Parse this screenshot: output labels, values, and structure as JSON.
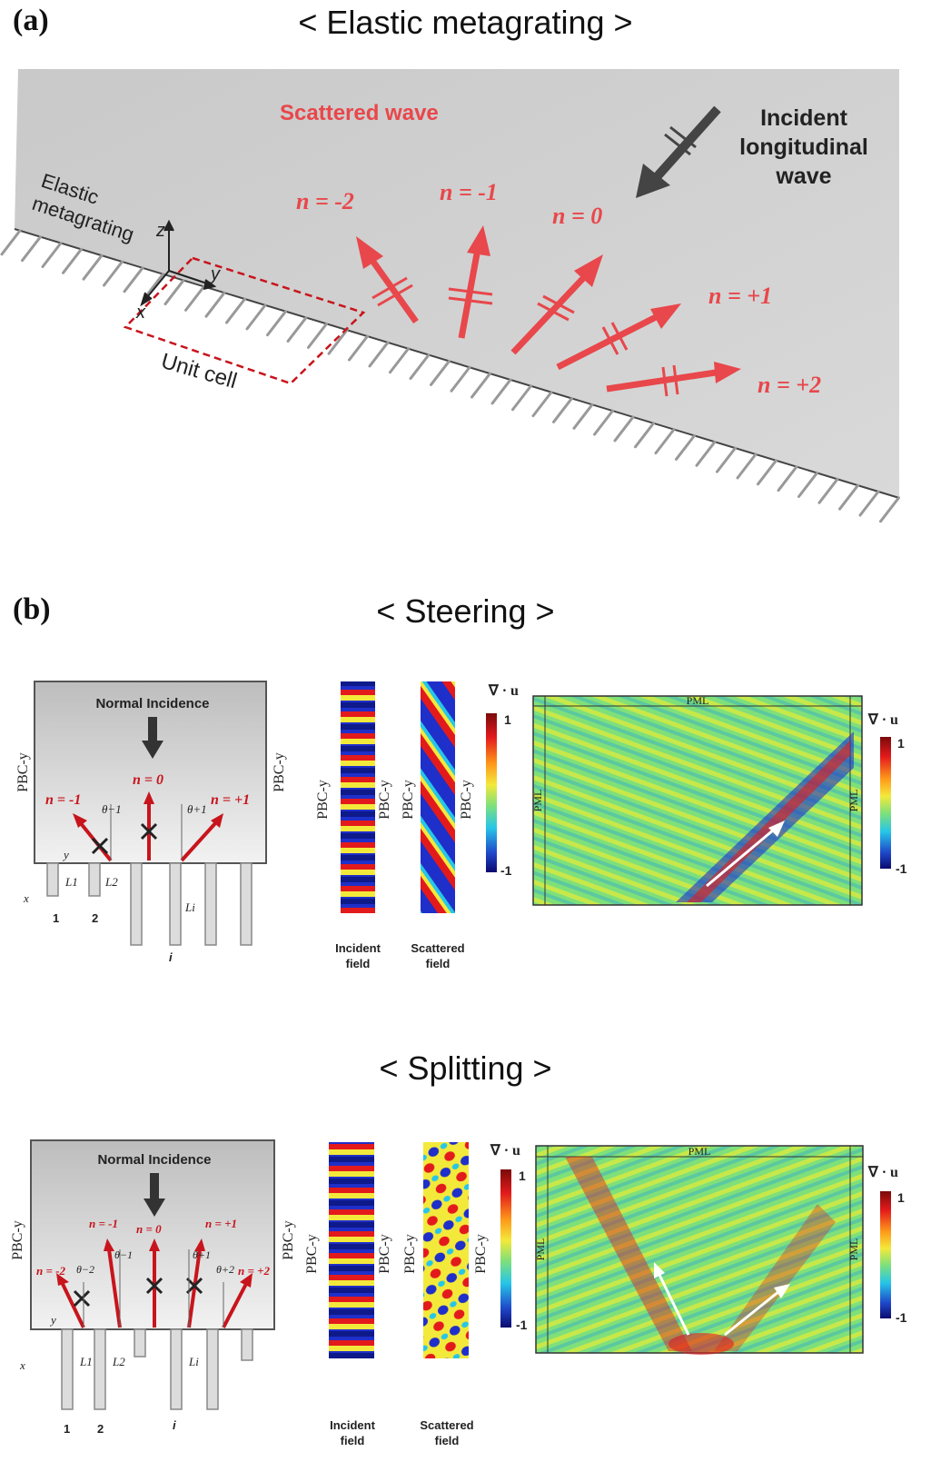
{
  "panel_a": {
    "label": "(a)",
    "title": "< Elastic metagrating >",
    "scattered_wave": "Scattered wave",
    "incident_l1": "Incident",
    "incident_l2": "longitudinal",
    "incident_l3": "wave",
    "metagrating_l1": "Elastic",
    "metagrating_l2": "metagrating",
    "unit_cell": "Unit cell",
    "axis_z": "z",
    "axis_x": "x",
    "axis_y": "y",
    "orders": [
      "n = -2",
      "n = -1",
      "n = 0",
      "n = +1",
      "n = +2"
    ]
  },
  "panel_b": {
    "label": "(b)",
    "steering": {
      "title": "< Steering >",
      "normal_incidence": "Normal Incidence",
      "pbc": "PBC-y",
      "orders": [
        "n = -1",
        "n = 0",
        "n = +1"
      ],
      "theta_m1": "θ−1",
      "theta_p1": "θ+1",
      "L1": "L1",
      "L2": "L2",
      "Li": "Li",
      "idx1": "1",
      "idx2": "2",
      "idxi": "i",
      "axis_x": "x",
      "axis_y": "y",
      "incident_l1": "Incident",
      "incident_l2": "field",
      "scattered_l1": "Scattered",
      "scattered_l2": "field",
      "div_u": "∇ · u",
      "cb_max": "1",
      "cb_min": "-1",
      "pml": "PML"
    },
    "splitting": {
      "title": "< Splitting >",
      "normal_incidence": "Normal Incidence",
      "pbc": "PBC-y",
      "orders": [
        "n = -2",
        "n = -1",
        "n = 0",
        "n = +1",
        "n = +2"
      ],
      "theta_m2": "θ−2",
      "theta_m1": "θ−1",
      "theta_p1": "θ+1",
      "theta_p2": "θ+2",
      "L1": "L1",
      "L2": "L2",
      "Li": "Li",
      "idx1": "1",
      "idx2": "2",
      "idxi": "i",
      "axis_x": "x",
      "axis_y": "y",
      "incident_l1": "Incident",
      "incident_l2": "field",
      "scattered_l1": "Scattered",
      "scattered_l2": "field",
      "div_u": "∇ · u",
      "cb_max": "1",
      "cb_min": "-1",
      "pml": "PML"
    }
  },
  "colors": {
    "red_arrow": "#e8474b",
    "dark_red": "#c8141c",
    "field_bg": "#7fe07a",
    "plate": "#cfcfcf"
  }
}
